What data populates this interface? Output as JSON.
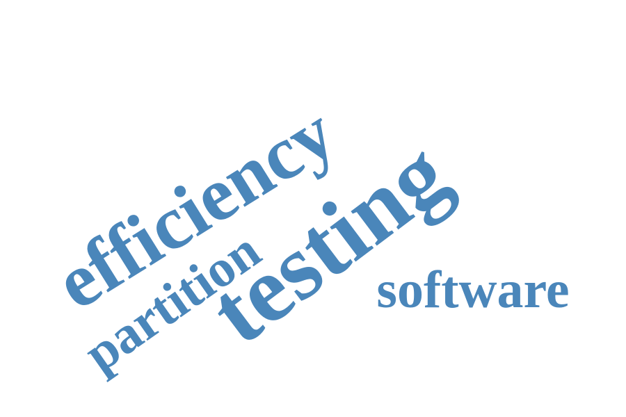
{
  "word_cloud": {
    "color": "#4a86ba",
    "words": [
      {
        "text": "efficiency"
      },
      {
        "text": "testing"
      },
      {
        "text": "partition"
      },
      {
        "text": "software"
      }
    ]
  }
}
